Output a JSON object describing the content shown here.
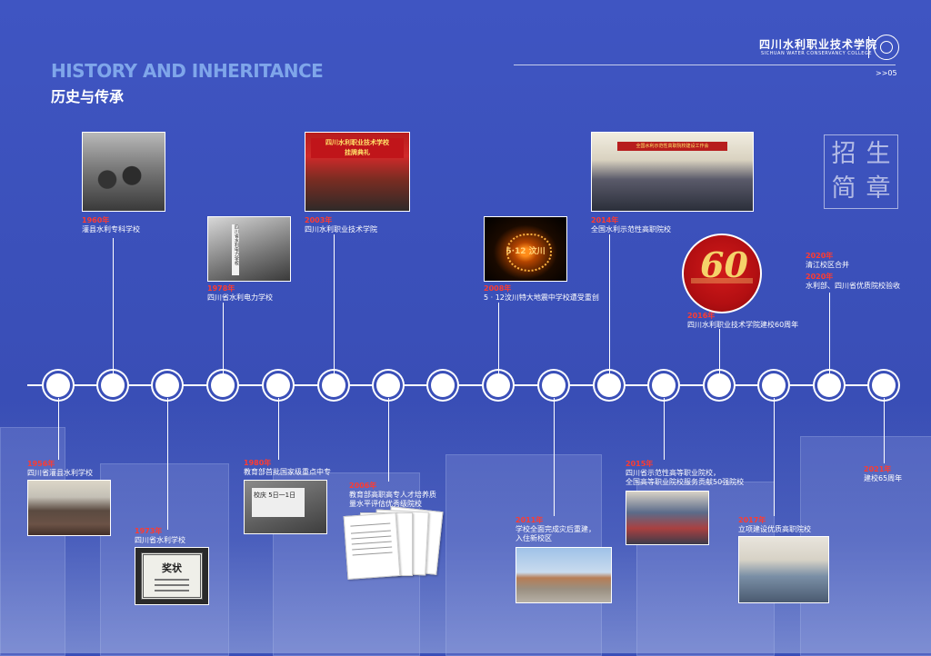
{
  "header": {
    "logo_cn": "四川水利职业技术学院",
    "logo_en": "SICHUAN WATER CONSERVANCY COLLEGE",
    "page_number": ">>05",
    "title_en": "HISTORY AND INHERITANCE",
    "title_cn": "历史与传承"
  },
  "stamp": {
    "chars": [
      "招",
      "生",
      "简",
      "章"
    ]
  },
  "photos": {
    "p1956_caption": "",
    "p1978_sign": "四川省水利电力学校",
    "p1980_board": "校庆 5日一1日",
    "p2003_banner_1": "四川水利职业技术学校",
    "p2003_banner_2": "挂牌典礼",
    "p2008_text": "5·12 汶川",
    "p2014_banner": "全国水利示范性高职院校建设工作会",
    "p2016_number": "60",
    "p1973_cert_title": "奖状"
  },
  "events": {
    "e1960": {
      "year": "1960年",
      "text": "灌县水利专科学校"
    },
    "e1978": {
      "year": "1978年",
      "text": "四川省水利电力学校"
    },
    "e2003": {
      "year": "2003年",
      "text": "四川水利职业技术学院"
    },
    "e2008": {
      "year": "2008年",
      "text": "5 · 12汶川特大地震中学校遭受重创"
    },
    "e2014": {
      "year": "2014年",
      "text": "全国水利示范性高职院校"
    },
    "e2016": {
      "year": "2016年",
      "text": "四川水利职业技术学院建校60周年"
    },
    "e2020a": {
      "year": "2020年",
      "text": "清江校区合并"
    },
    "e2020b": {
      "year": "2020年",
      "text": "水利部、四川省优质院校验收"
    },
    "e1956": {
      "year": "1956年",
      "text": "四川省灌县水利学校"
    },
    "e1973": {
      "year": "1973年",
      "text": "四川省水利学校"
    },
    "e1980": {
      "year": "1980年",
      "text": "教育部首批国家级重点中专"
    },
    "e2006": {
      "year": "2006年",
      "text1": "教育部高职高专人才培养质",
      "text2": "量水平评估优秀级院校"
    },
    "e2011": {
      "year": "2011年",
      "text1": "学校全面完成灾后重建，",
      "text2": "入住新校区"
    },
    "e2015": {
      "year": "2015年",
      "text1": "四川省示范性高等职业院校，",
      "text2": "全国高等职业院校服务贡献50强院校"
    },
    "e2017": {
      "year": "2017年",
      "text": "立项建设优质高职院校"
    },
    "e2021": {
      "year": "2021年",
      "text": "建校65周年"
    }
  }
}
